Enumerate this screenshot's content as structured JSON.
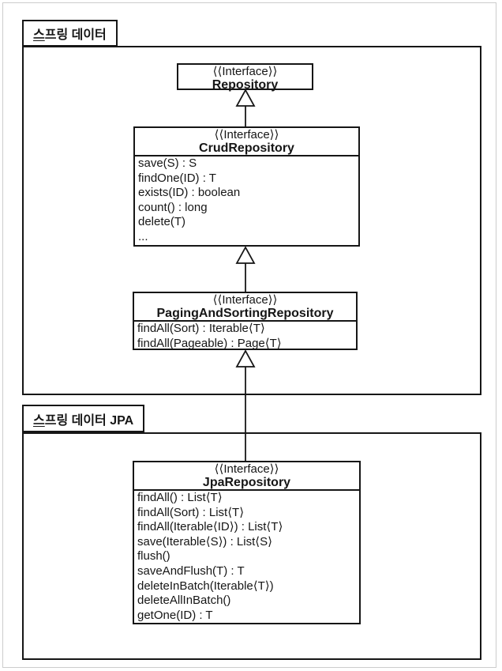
{
  "diagram_type": "uml-class-diagram",
  "colors": {
    "line": "#161616",
    "background": "#ffffff",
    "outer_border": "#cccccc",
    "box_fill": "#ffffff"
  },
  "packages": [
    {
      "id": "spring-data",
      "label": "스프링 데이터",
      "label_head": "스",
      "label_tail": "프링 데이터"
    },
    {
      "id": "spring-data-jpa",
      "label": "스프링 데이터 JPA",
      "label_head": "스",
      "label_tail": "프링 데이터 JPA"
    }
  ],
  "classes": {
    "repository": {
      "stereotype": "⟨⟨Interface⟩⟩",
      "name": "Repository",
      "methods": []
    },
    "crud_repository": {
      "stereotype": "⟨⟨Interface⟩⟩",
      "name": "CrudRepository",
      "methods": [
        "save(S) : S",
        "findOne(ID) : T",
        "exists(ID) : boolean",
        "count() : long",
        "delete(T)",
        "..."
      ]
    },
    "paging_and_sorting_repository": {
      "stereotype": "⟨⟨Interface⟩⟩",
      "name": "PagingAndSortingRepository",
      "methods": [
        "findAll(Sort) : Iterable⟨T⟩",
        "findAll(Pageable) : Page⟨T⟩"
      ]
    },
    "jpa_repository": {
      "stereotype": "⟨⟨Interface⟩⟩",
      "name": "JpaRepository",
      "methods": [
        "findAll() : List⟨T⟩",
        "findAll(Sort) : List⟨T⟩",
        "findAll(Iterable⟨ID⟩) : List⟨T⟩",
        "save(Iterable⟨S⟩) : List⟨S⟩",
        "flush()",
        "saveAndFlush(T) : T",
        "deleteInBatch(Iterable⟨T⟩)",
        "deleteAllInBatch()",
        "getOne(ID) : T"
      ]
    }
  },
  "relations": [
    {
      "from": "CrudRepository",
      "to": "Repository",
      "type": "generalization"
    },
    {
      "from": "PagingAndSortingRepository",
      "to": "CrudRepository",
      "type": "generalization"
    },
    {
      "from": "JpaRepository",
      "to": "PagingAndSortingRepository",
      "type": "generalization"
    }
  ]
}
